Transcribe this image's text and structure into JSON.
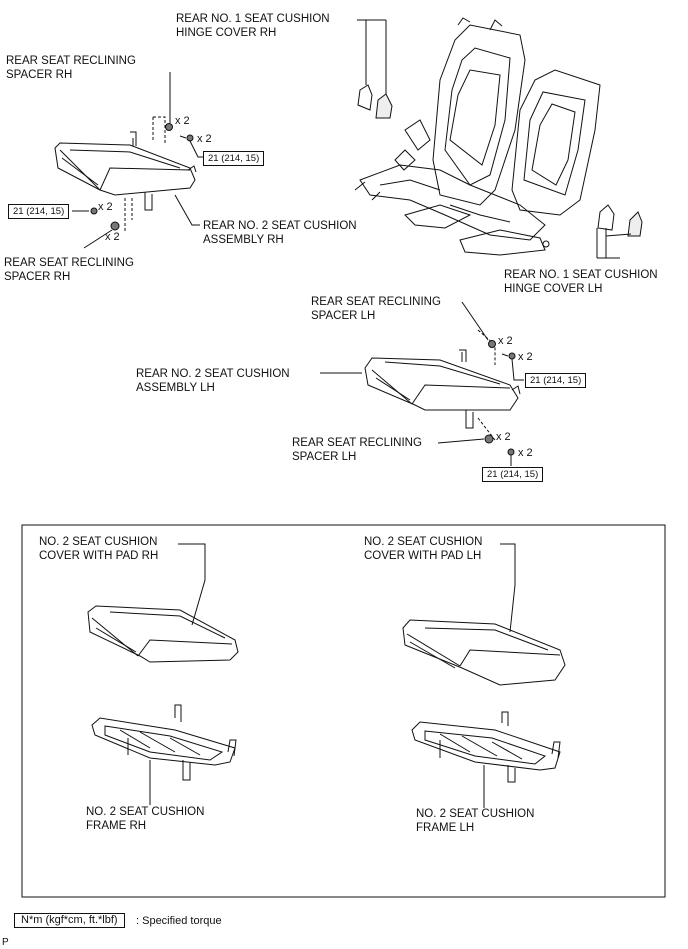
{
  "labels": {
    "hinge_cover_rh": "REAR NO. 1 SEAT CUSHION\nHINGE COVER RH",
    "spacer_rh_top": "REAR SEAT RECLINING\nSPACER RH",
    "cushion_assy_rh": "REAR NO. 2 SEAT CUSHION\nASSEMBLY RH",
    "spacer_rh_bottom": "REAR SEAT RECLINING\nSPACER RH",
    "hinge_cover_lh": "REAR NO. 1 SEAT CUSHION\nHINGE COVER LH",
    "spacer_lh_top": "REAR SEAT RECLINING\nSPACER LH",
    "cushion_assy_lh": "REAR NO. 2 SEAT CUSHION\nASSEMBLY LH",
    "spacer_lh_bottom": "REAR SEAT RECLINING\nSPACER LH",
    "cover_pad_rh": "NO. 2 SEAT CUSHION\nCOVER WITH PAD RH",
    "cover_pad_lh": "NO. 2 SEAT CUSHION\nCOVER WITH PAD LH",
    "frame_rh": "NO. 2 SEAT CUSHION\nFRAME RH",
    "frame_lh": "NO. 2 SEAT CUSHION\nFRAME LH"
  },
  "torque_value": "21 (214, 15)",
  "quantity": "x 2",
  "legend": {
    "unit_box": "N*m (kgf*cm, ft.*lbf)",
    "description": ": Specified torque"
  },
  "figure_code": "P"
}
